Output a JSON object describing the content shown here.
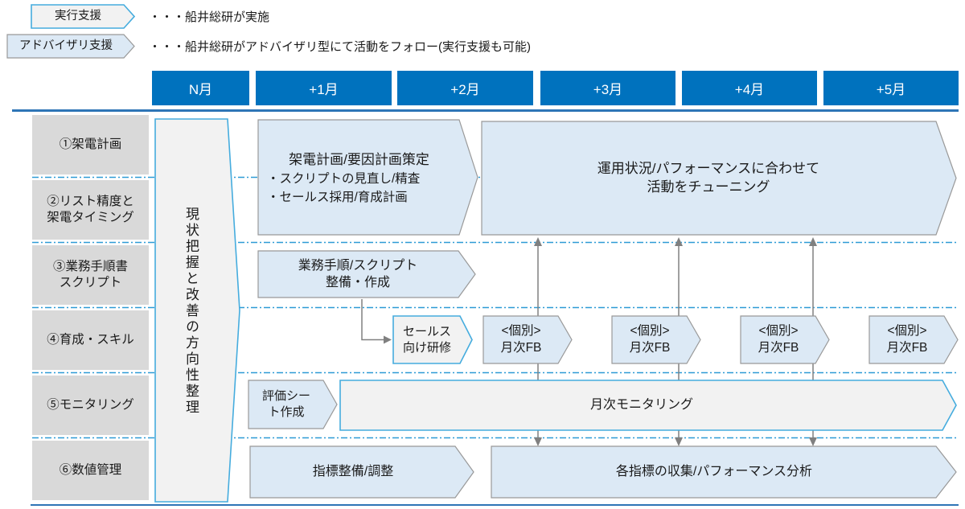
{
  "legend": {
    "exec": {
      "label": "実行支援",
      "desc": "・・・船井総研が実施"
    },
    "advisory": {
      "label": "アドバイザリ支援",
      "desc": "・・・船井総研がアドバイザリ型にて活動をフォロー(実行支援も可能)"
    }
  },
  "timeline": {
    "months": [
      "N月",
      "+1月",
      "+2月",
      "+3月",
      "+4月",
      "+5月"
    ]
  },
  "sidebar": {
    "rows": [
      "①架電計画",
      "②リスト精度と\n架電タイミング",
      "③業務手順書\nスクリプト",
      "④育成・スキル",
      "⑤モニタリング",
      "⑥数値管理"
    ]
  },
  "overview": {
    "label": "現状把握と改善の方向性整理"
  },
  "boxes": {
    "plan_title": "架電計画/要因計画策定",
    "plan_bullets": [
      "・スクリプトの見直し/精査",
      "・セールス採用/育成計画"
    ],
    "tuning": "運用状況/パフォーマンスに合わせて\n活動をチューニング",
    "procedure": "業務手順/スクリプト\n整備・作成",
    "training": "セールス\n向け研修",
    "monthly_fb": "<個別>\n月次FB",
    "eval_sheet": "評価シー\nト作成",
    "monitoring": "月次モニタリング",
    "metrics_setup": "指標整備/調整",
    "metrics_analysis": "各指標の収集/パフォーマンス分析"
  },
  "colors": {
    "header_blue": "#0072BE",
    "exec_fill": "#F2F2F2",
    "exec_border": "#45ACDE",
    "advisory_fill": "#DCE9F5",
    "advisory_border": "#999999",
    "sidebar_gray": "#D9D9D9",
    "divider": "#2E9BD6",
    "rule": "#2E75B6",
    "connector": "#808080",
    "text": "#1A1A1A"
  }
}
